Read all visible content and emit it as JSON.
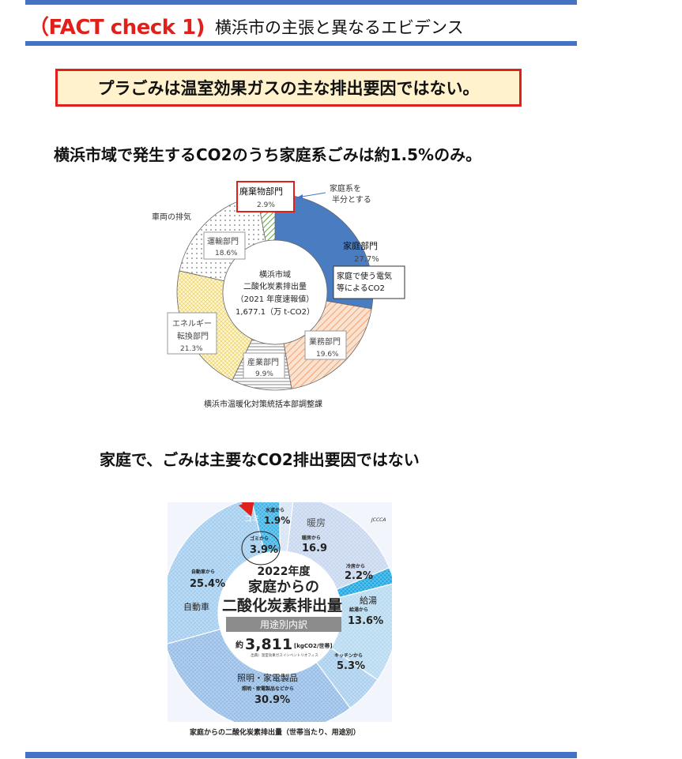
{
  "header": {
    "title": "（FACT check 1)",
    "subtitle": "横浜市の主張と異なるエビデンス"
  },
  "banner": "プラごみは温室効果ガスの主な排出要因ではない。",
  "claim1": "横浜市域で発生するCO2のうち家庭系ごみは約1.5%のみ。",
  "claim2": "家庭で、ごみは主要なCO2排出要因ではない",
  "colors": {
    "accent_red": "#e0201b",
    "rule_blue": "#4472c4",
    "banner_bg": "#fff2cc"
  },
  "chart_data": [
    {
      "type": "pie",
      "center_text": [
        "横浜市域",
        "二酸化炭素排出量",
        "（2021 年度速報値）",
        "1,677.1（万 t-CO2）"
      ],
      "slices": [
        {
          "label": "家庭部門",
          "value": 27.7,
          "color": "#4a7cc2"
        },
        {
          "label": "業務部門",
          "value": 19.6,
          "color": "#f3c9a8"
        },
        {
          "label": "産業部門",
          "value": 9.9,
          "color": "#ffffff"
        },
        {
          "label": "エネルギー転換部門",
          "value": 21.3,
          "color": "#fbe8a6"
        },
        {
          "label": "運輸部門",
          "value": 18.6,
          "color": "#f6f6f6"
        },
        {
          "label": "廃棄物部門",
          "value": 2.9,
          "color": "#7cb65a"
        }
      ],
      "annotations": {
        "waste_note": "家庭系を\n半分とする",
        "car_note": "車両の排気",
        "electric_note": "家庭で使う電気\n等によるCO2"
      },
      "source": "横浜市温暖化対策統括本部調整課"
    },
    {
      "type": "pie",
      "center_text": {
        "year": "2022年度",
        "line1": "家庭からの",
        "line2": "二酸化炭素排出量",
        "bar": "用途別内訳",
        "total_prefix": "約",
        "total": "3,811",
        "unit": "[kgCO2/世帯]",
        "org": "出典）温室効果ガスインベントリオフィス"
      },
      "logo": "JCCCA",
      "slices": [
        {
          "label": "水道から",
          "value": 1.9,
          "color": "#d6e4f4"
        },
        {
          "label": "暖房から",
          "value": 16.9,
          "color": "#c8d7ef"
        },
        {
          "label": "冷房から",
          "value": 2.2,
          "color": "#1ea7e1"
        },
        {
          "label": "給湯から",
          "value": 13.6,
          "color": "#b7daf0"
        },
        {
          "label": "キッチンから",
          "value": 5.3,
          "color": "#a9cfee"
        },
        {
          "label": "照明・家電製品などから",
          "value": 30.9,
          "color": "#95bde6"
        },
        {
          "label": "自動車から",
          "value": 25.4,
          "color": "#a3cdef"
        },
        {
          "label": "ゴミから",
          "value": 3.9,
          "color": "#3fb2e6"
        }
      ],
      "value_text": {
        "water": "1.9%",
        "heating": "16.9",
        "cooling": "2.2%",
        "hotwater": "13.6%",
        "kitchen": "5.3%",
        "lighting": "30.9%",
        "car": "25.4%",
        "garbage": "3.9%"
      },
      "category_labels": {
        "garbage": "ゴミ",
        "heating": "暖房",
        "hotwater": "給湯",
        "car": "自動車",
        "lighting": "照明・家電製品"
      },
      "source": "家庭からの二酸化炭素排出量（世帯当たり、用途別）"
    }
  ]
}
